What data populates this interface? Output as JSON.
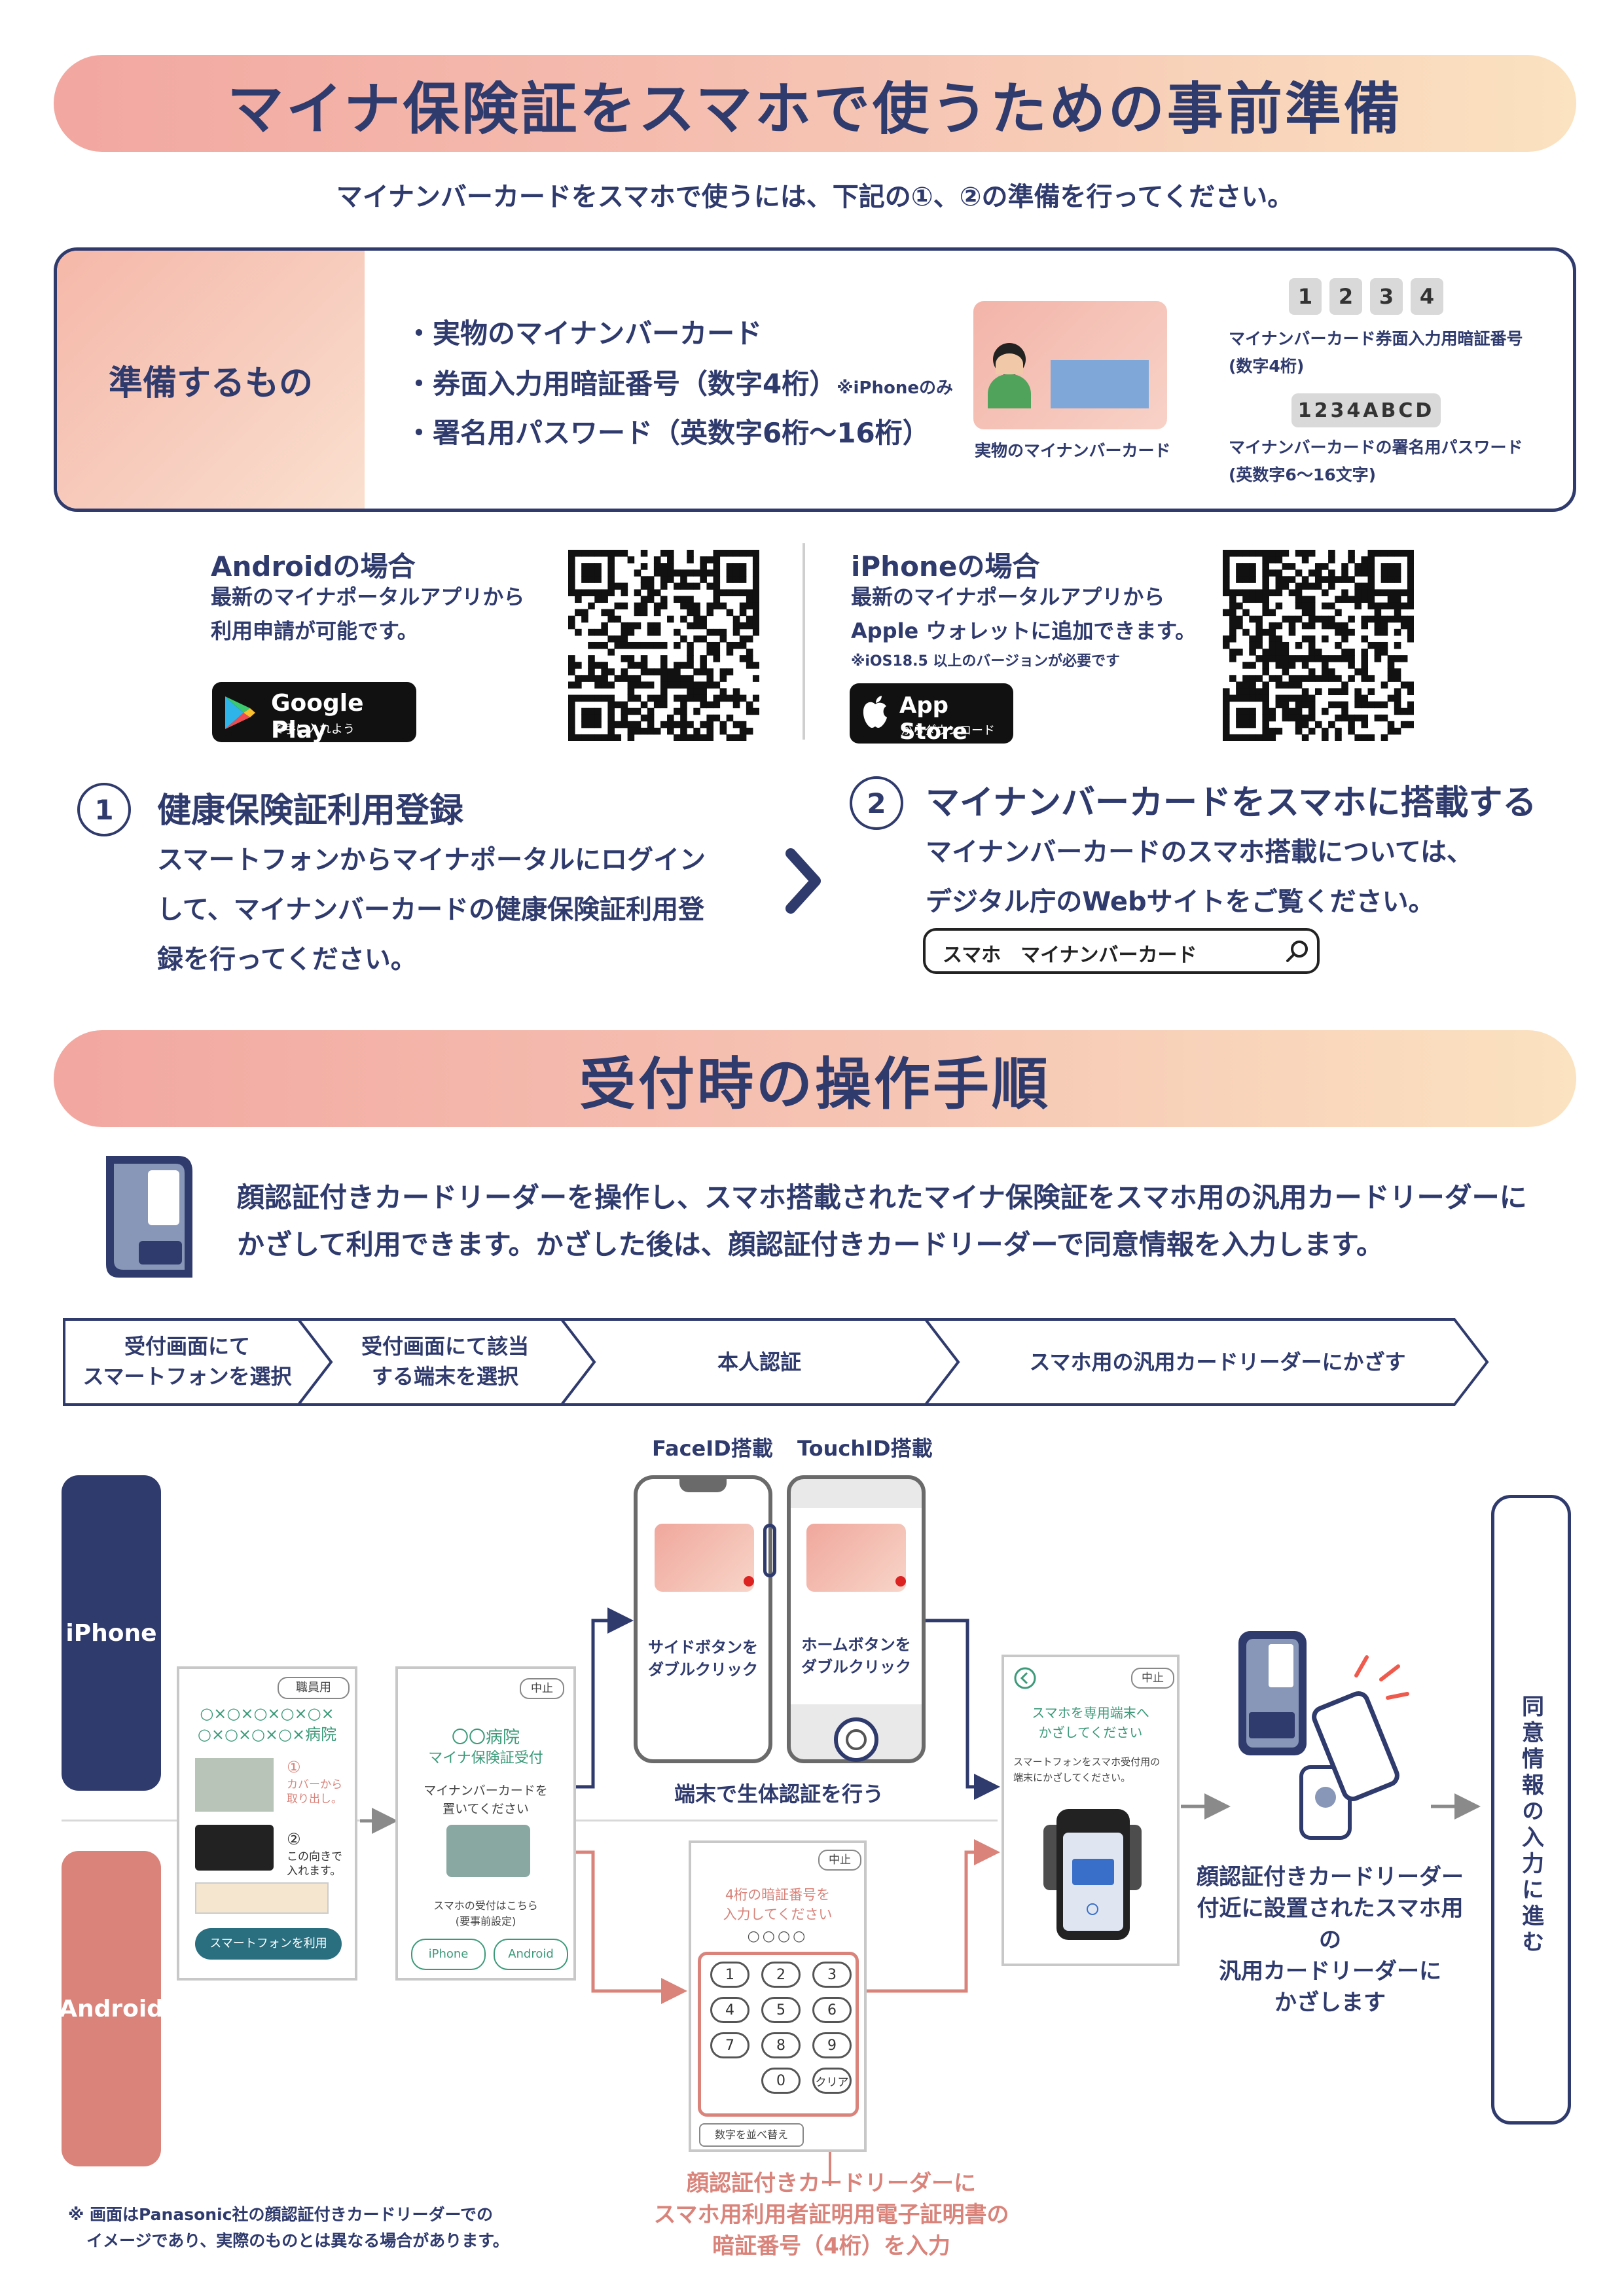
{
  "section1": {
    "title": "マイナ保険証をスマホで使うための事前準備",
    "intro": "マイナンバーカードをスマホで使うには、下記の①、②の準備を行ってください。",
    "prep_label": "準備するもの",
    "items": [
      "・実物のマイナンバーカード",
      "・券面入力用暗証番号（数字4桁）",
      "・署名用パスワード（英数字6桁〜16桁）"
    ],
    "iphone_only": "※iPhoneのみ",
    "card_caption": "実物のマイナンバーカード",
    "pin_digits": [
      "1",
      "2",
      "3",
      "4"
    ],
    "pin_caption": [
      "マイナンバーカード券面入力用暗証番号",
      "(数字4桁)"
    ],
    "password_example": "1234ABCD",
    "password_caption": [
      "マイナンバーカードの署名用パスワード",
      "(英数字6〜16文字)"
    ]
  },
  "android": {
    "title": "Androidの場合",
    "body": [
      "最新のマイナポータルアプリから",
      "利用申請が可能です。"
    ],
    "store_name": "Google Play",
    "store_sub": "で手に入れよう"
  },
  "iphone": {
    "title": "iPhoneの場合",
    "body": [
      "最新のマイナポータルアプリから",
      "Apple ウォレットに追加できます。"
    ],
    "note": "※iOS18.5 以上のバージョンが必要です",
    "store_name": "App Store",
    "store_sub": "からダウンロード"
  },
  "step1": {
    "num": "1",
    "title": "健康保険証利用登録",
    "body": [
      "スマートフォンからマイナポータルにログイン",
      "して、マイナンバーカードの健康保険証利用登",
      "録を行ってください。"
    ]
  },
  "step2": {
    "num": "2",
    "title": "マイナンバーカードをスマホに搭載する",
    "body": [
      "マイナンバーカードのスマホ搭載については、",
      "デジタル庁のWebサイトをご覧ください。"
    ],
    "search_text": "スマホ　マイナンバーカード"
  },
  "section2": {
    "title": "受付時の操作手順",
    "desc": [
      "顔認証付きカードリーダーを操作し、スマホ搭載されたマイナ保険証をスマホ用の汎用カードリーダーに",
      "かざして利用できます。かざした後は、顔認証付きカードリーダーで同意情報を入力します。"
    ],
    "flow": [
      [
        "受付画面にて",
        "スマートフォンを選択"
      ],
      [
        "受付画面にて該当",
        "する端末を選択"
      ],
      [
        "本人認証"
      ],
      [
        "スマホ用の汎用カードリーダーにかざす"
      ]
    ],
    "faceid": "FaceID搭載",
    "touchid": "TouchID搭載",
    "side_iphone": "iPhone",
    "side_android": "Android",
    "screen1": {
      "tag": "職員用",
      "hospital": [
        "○×○×○×○×○×",
        "○×○×○×○×病院"
      ],
      "step1_num": "①",
      "step1": [
        "カバーから",
        "取り出し。"
      ],
      "step2_num": "②",
      "step2": [
        "この向きで",
        "入れます。"
      ],
      "button": "スマートフォンを利用"
    },
    "screen2": {
      "tag": "中止",
      "hospital": "〇〇病院",
      "subtitle": "マイナ保険証受付",
      "instruction": [
        "マイナンバーカードを",
        "置いてください"
      ],
      "note": [
        "スマホの受付はこちら",
        "(要事前設定)"
      ],
      "btn_iphone": "iPhone",
      "btn_android": "Android"
    },
    "faceid_caption": [
      "サイドボタンを",
      "ダブルクリック"
    ],
    "touchid_caption": [
      "ホームボタンを",
      "ダブルクリック"
    ],
    "bio_caption": "端末で生体認証を行う",
    "pin_screen": {
      "cancel": "中止",
      "title": [
        "4桁の暗証番号を",
        "入力してください"
      ],
      "dots": "○○○○",
      "keys": [
        "1",
        "2",
        "3",
        "4",
        "5",
        "6",
        "7",
        "8",
        "9",
        "0",
        "クリア"
      ],
      "shuffle": "数字を並べ替え"
    },
    "pin_caption": [
      "顔認証付きカードリーダーに",
      "スマホ用利用者証明用電子証明書の",
      "暗証番号（4桁）を入力"
    ],
    "hold_screen": {
      "cancel": "中止",
      "title": [
        "スマホを専用端末へ",
        "かざしてください"
      ],
      "body": [
        "スマートフォンをスマホ受付用の",
        "端末にかざしてください。"
      ]
    },
    "reader_caption": [
      "顔認証付きカードリーダー",
      "付近に設置されたスマホ用の",
      "汎用カードリーダーに",
      "かざします"
    ],
    "consent": "同意情報の入力に進む",
    "footnote": [
      "※ 画面はPanasonic社の顔認証付きカードリーダーでの",
      "イメージであり、実際のものとは異なる場合があります。"
    ]
  },
  "colors": {
    "navy": "#2f3a6d",
    "coral": "#d9837a",
    "pink": "#f2a7a0",
    "cream": "#fbe2c0"
  },
  "icons": [
    "qr-code-icon",
    "search-icon",
    "chevron-right-icon",
    "apple-icon",
    "google-play-icon",
    "card-reader-icon",
    "back-icon"
  ]
}
